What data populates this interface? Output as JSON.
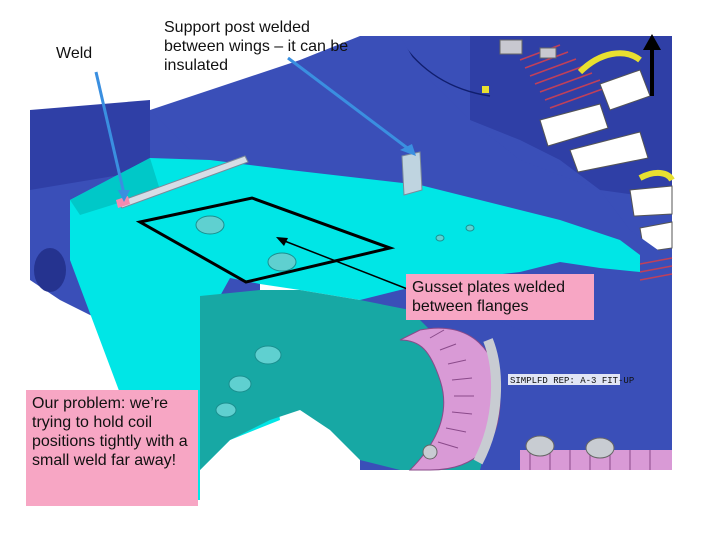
{
  "labels": {
    "weld": "Weld",
    "support_post": "Support post welded between wings – it can be insulated",
    "gusset_plates": "Gusset plates welded between flanges",
    "problem": "Our problem: we’re trying to hold coil positions tightly with a small weld far away!",
    "cad_tag": "SIMPLFD REP: A-3 FIT-UP"
  },
  "colors": {
    "cyan_part": "#00e6e6",
    "teal_part": "#17a8a4",
    "blue_structure": "#3a4fb8",
    "dark_blue": "#25338f",
    "pink_coil": "#d99ad6",
    "callout_pink": "#f7a6c4",
    "arrow_blue": "#3a8fe0",
    "yellow_tube": "#e8e030"
  }
}
